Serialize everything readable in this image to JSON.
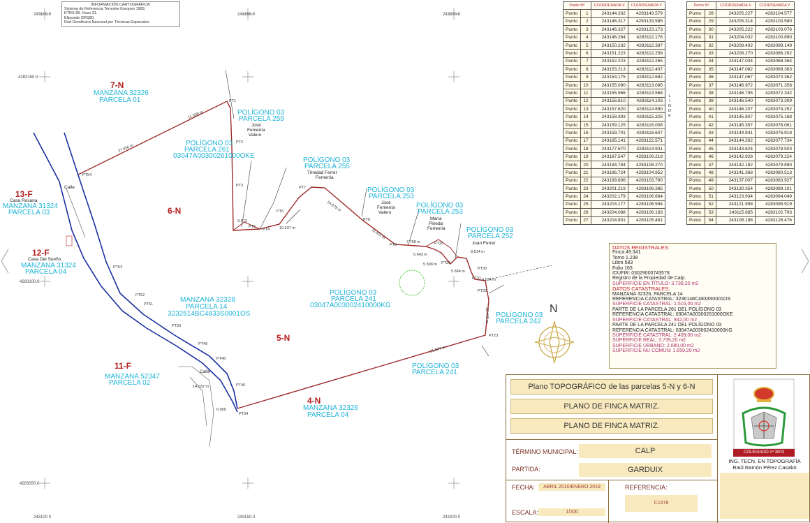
{
  "info_box": {
    "title": "INFORMACIÓN CARTOGRÁFICA:",
    "lines": [
      "Sistema de Referencia Terrestre Europeo 1989,",
      "ETRS 89. Huso 31.",
      "Elipsoide GRS80.",
      "Red Geodésica Nacional por Técnicas Espaciales"
    ]
  },
  "grid_labels": {
    "x_top": [
      "243100.0",
      "243150.0",
      "243200.0"
    ],
    "x_bottom": [
      "243100.0",
      "243150.0",
      "243200.0"
    ],
    "y_left": [
      "4283150.0",
      "4283100.0",
      "4283050.0"
    ]
  },
  "map_labels": {
    "zones": [
      "7-N",
      "6-N",
      "5-N",
      "4-N",
      "13-F",
      "12-F",
      "11-F"
    ],
    "manzana_7n": [
      "MANZANA 32326",
      "PARCELA 01"
    ],
    "manzana_13f": [
      "MANZANA 31324",
      "PARCELA 03"
    ],
    "casa_13f": "Casa Rosana",
    "manzana_12f": [
      "MANZANA 31324",
      "PARCELA 04"
    ],
    "casa_12f": "Casa Del Sueño",
    "manzana_11f": [
      "MANZANA 52347",
      "PARCELA 02"
    ],
    "manzana_4n": [
      "MANZANA 32326",
      "PARCELA 04"
    ],
    "manzana_center": [
      "MANZANA 32328",
      "PARCELA 14",
      "3232614BC4833S0001OS"
    ],
    "pol_259": [
      "POLÍGONO 03",
      "PARCELA 259"
    ],
    "owner_259": [
      "José",
      "Femenía",
      "Valero"
    ],
    "pol_261a": [
      "POLÍGONO 03",
      "PARCELA 261",
      "03047A00300261000OKE"
    ],
    "pol_255": [
      "POLÍGONO 03",
      "PARCELA 255"
    ],
    "owner_255": [
      "Trinidad Ferrer",
      "Femenía"
    ],
    "pol_253a": [
      "POLÍGONO 03",
      "PARCELA 253"
    ],
    "owner_253a": [
      "José",
      "Femenía",
      "Valero"
    ],
    "pol_253b": [
      "POLÍGONO 03",
      "PARCELA 253"
    ],
    "owner_253b": [
      "María",
      "Pineda",
      "Femenía"
    ],
    "pol_252": [
      "POLÍGONO 03",
      "PARCELA 252"
    ],
    "owner_252": "Juan Ferrer",
    "pol_241a": [
      "POLÍGONO 03",
      "PARCELA 241",
      "03047A003002410000KG"
    ],
    "pol_241b": [
      "POLÍGONO 03",
      "PARCELA 241"
    ],
    "pol_242": [
      "POLÍGONO 03",
      "PARCELA 242"
    ],
    "calle": [
      "Calle",
      "Calle"
    ],
    "dims": [
      "11.838 m",
      "27.936 m",
      "14.879 m",
      "11.411 m",
      "10.637 m",
      "7.798 m",
      "5.643 m",
      "5.598 m",
      "8.514 m",
      "4.634 m",
      "5.584 m",
      "12.455 m",
      "31.597 m",
      "14.032 m",
      "3.573",
      "6.000"
    ],
    "points": [
      "PT1",
      "PT2",
      "PT3",
      "PT4",
      "PT5",
      "PT6",
      "PT7",
      "PT8",
      "PT9",
      "PT20",
      "PT23",
      "PT26",
      "PT30",
      "PT31",
      "PT33",
      "PT34",
      "PT40",
      "PT48",
      "PT49",
      "PT50",
      "PT51",
      "PT52",
      "PT53",
      "PT54"
    ],
    "north": "N"
  },
  "coord_table": {
    "headers": [
      "Punto Nº",
      "COORDENADA X",
      "COORDENADA Y"
    ],
    "left": [
      [
        "Punto",
        "1",
        "243144.332",
        "4283143.579"
      ],
      [
        "Punto",
        "2",
        "243146.317",
        "4283133.585"
      ],
      [
        "Punto",
        "3",
        "243146.327",
        "4283123.173"
      ],
      [
        "Punto",
        "4",
        "243146.264",
        "4283112.176"
      ],
      [
        "Punto",
        "5",
        "243150.232",
        "4283112.387"
      ],
      [
        "Punto",
        "6",
        "243151.223",
        "4283112.258"
      ],
      [
        "Punto",
        "7",
        "243152.223",
        "4283112.265"
      ],
      [
        "Punto",
        "8",
        "243153.213",
        "4283112.407"
      ],
      [
        "Punto",
        "9",
        "243154.175",
        "4283112.682"
      ],
      [
        "Punto",
        "10",
        "243155.090",
        "4283113.085"
      ],
      [
        "Punto",
        "11",
        "243155.966",
        "4283113.568"
      ],
      [
        "Punto",
        "12",
        "243156.810",
        "4283114.103"
      ],
      [
        "Punto",
        "13",
        "243157.620",
        "4283114.690"
      ],
      [
        "Punto",
        "14",
        "243158.393",
        "4283115.325"
      ],
      [
        "Punto",
        "15",
        "243159.125",
        "4283116.008"
      ],
      [
        "Punto",
        "16",
        "243159.701",
        "4283116.607"
      ],
      [
        "Punto",
        "17",
        "243165.141",
        "4283122.571"
      ],
      [
        "Punto",
        "18",
        "243177.670",
        "4283114.931"
      ],
      [
        "Punto",
        "19",
        "243187.547",
        "4283109.218"
      ],
      [
        "Punto",
        "20",
        "243194.784",
        "4283108.270"
      ],
      [
        "Punto",
        "21",
        "243196.724",
        "4283104.952"
      ],
      [
        "Punto",
        "22",
        "243199.806",
        "4283103.780"
      ],
      [
        "Punto",
        "23",
        "243201.219",
        "4283106.385"
      ],
      [
        "Punto",
        "24",
        "243202.179",
        "4283106.664"
      ],
      [
        "Punto",
        "25",
        "243203.177",
        "4283106.594"
      ],
      [
        "Punto",
        "26",
        "243204.088",
        "4283106.183"
      ],
      [
        "Punto",
        "27",
        "243204.801",
        "4283105.481"
      ]
    ],
    "right": [
      [
        "Punto",
        "28",
        "243205.227",
        "4283104.577"
      ],
      [
        "Punto",
        "29",
        "243205.314",
        "4283103.580"
      ],
      [
        "Punto",
        "30",
        "243205.222",
        "4283103.076"
      ],
      [
        "Punto",
        "31",
        "243204.032",
        "4283100.890"
      ],
      [
        "Punto",
        "32",
        "243208.402",
        "4283099.149"
      ],
      [
        "Punto",
        "33",
        "243208.270",
        "4283086.292"
      ],
      [
        "Punto",
        "34",
        "243147.034",
        "4283068.364"
      ],
      [
        "Punto",
        "35",
        "243147.082",
        "4283069.363"
      ],
      [
        "Punto",
        "36",
        "243147.067",
        "4283070.362"
      ],
      [
        "Punto",
        "37",
        "243146.972",
        "4283071.358"
      ],
      [
        "Punto",
        "38",
        "243146.795",
        "4283072.342"
      ],
      [
        "Punto",
        "39",
        "243146.540",
        "4283073.309"
      ],
      [
        "Punto",
        "40",
        "243146.207",
        "4283074.252"
      ],
      [
        "Punto",
        "41",
        "243145.807",
        "4283075.168"
      ],
      [
        "Punto",
        "42",
        "243145.357",
        "4283076.061"
      ],
      [
        "Punto",
        "43",
        "243144.841",
        "4283076.918"
      ],
      [
        "Punto",
        "44",
        "243144.262",
        "4283077.734"
      ],
      [
        "Punto",
        "45",
        "243143.624",
        "4283078.503"
      ],
      [
        "Punto",
        "46",
        "243142.928",
        "4283079.224"
      ],
      [
        "Punto",
        "47",
        "243142.182",
        "4283079.890"
      ],
      [
        "Punto",
        "48",
        "243141.368",
        "4283080.513"
      ],
      [
        "Punto",
        "49",
        "243137.007",
        "4283083.927"
      ],
      [
        "Punto",
        "50",
        "243130.354",
        "4283089.101"
      ],
      [
        "Punto",
        "51",
        "243123.934",
        "4283094.049"
      ],
      [
        "Punto",
        "52",
        "243121.998",
        "4283095.919"
      ],
      [
        "Punto",
        "53",
        "243115.885",
        "4283102.793"
      ],
      [
        "Punto",
        "54",
        "243108.198",
        "4283126.476"
      ]
    ],
    "side_label": "LINDE"
  },
  "registry": {
    "h1": "DATOS REGISTRALES:",
    "finca": "Finca  49.341",
    "tomo": "Tomo   1.238",
    "libro": "Libro    583",
    "folio": "Folio    163",
    "idufir": "IDUFIR: 03029000743578",
    "registro": "Registro de la Propiedad de Calp.",
    "sup_titulo": "SUPERFICIE EN TÍTULO:   3.739,20 m2",
    "h2": "DATOS CATASTRALES:",
    "manzana": "MANZANA 32326, PARCELA 14",
    "ref1": "REFERENCIA CATASTRAL: 3236148C4833S0001OS",
    "sup1": "SUPERFICIE CATASTRAL:   1.516,00 m2",
    "parte1": "PARTE DE LA PARCELA 261 DEL POLÍGONO 03",
    "ref2": "REFERENCIA CATASTRAL: 03047A00300261000OKE",
    "sup2": "SUPERFICIE CATASTRAL:   842,00 m2",
    "parte2": "PARTE DE LA PARCELA 241 DEL POLÍGONO 03",
    "ref3": "REFERENCIA CATASTRAL: 03047A003002410000KG",
    "sup3": "SUPERFICIE CATASTRAL:   2.409,00 m2",
    "real": "SUPERFICIE REAL:           3.739,20 m2",
    "urbano": "SUPERFICIE URBANO:         2.080,00 m2",
    "nocomun": "SUPERFICIE NU COMUN:     1.659,20 m2"
  },
  "title_block": {
    "title1": "Plano TOPOGRÁFICO de las parcelas 5-N y 6-N",
    "title2": "PLANO DE FINCA MATRIZ.",
    "title3": "PLANO DE FINCA MATRIZ.",
    "termino_label": "TÉRMINO MUNICIPAL:",
    "termino_value": "CALP",
    "partida_label": "PARTIDA:",
    "partida_value": "GARDUIX",
    "fecha_label": "FECHA:",
    "fecha_value": "ABRIL 2010/ENERO 2019",
    "escala_label": "ESCALA:",
    "escala_value": "1/200",
    "referencia_label": "REFERENCIA:",
    "referencia_value": "C1678",
    "colegiado": "COLEGIADO nº 3003",
    "ing": "ING. TECN. EN TOPOGRAFÍA",
    "nombre": "Raúl Ramón Pérez Casabó"
  },
  "colors": {
    "parcel_line": "#9e2a2a",
    "road_line": "#1a2ea0",
    "label_cyan": "#1fb4d8",
    "zone_red": "#b52020",
    "panel_fill": "#f8e9bf"
  }
}
